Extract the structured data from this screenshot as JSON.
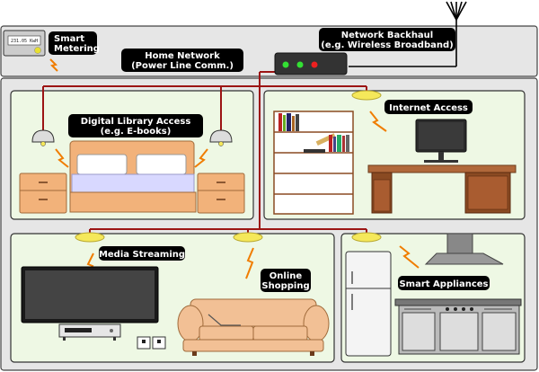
{
  "labels": {
    "smart_metering": [
      "Smart",
      "Metering"
    ],
    "home_network": [
      "Home Network",
      "(Power Line Comm.)"
    ],
    "network_backhaul": [
      "Network Backhaul",
      "(e.g. Wireless Broadband)"
    ],
    "digital_library": [
      "Digital Library Access",
      "(e.g. E-books)"
    ],
    "internet_access": [
      "Internet Access"
    ],
    "media_streaming": [
      "Media Streaming"
    ],
    "online_shopping": [
      "Online",
      "Shopping"
    ],
    "smart_appliances": [
      "Smart Appliances"
    ]
  },
  "meter_display": "231.05 KwH",
  "colors": {
    "outer_bg": "#e6e6e6",
    "room_bg": "#eef8e4",
    "wire": "#9c1414",
    "spark": "#f07d00",
    "lamp": "#f5e85a",
    "label_bg": "#000000",
    "wood": "#b0683a"
  },
  "icons": [
    "antenna-icon",
    "router-icon",
    "meter-icon",
    "lamp-icon",
    "spark-icon",
    "bed-icon",
    "bookshelf-icon",
    "monitor-icon",
    "desk-icon",
    "tv-icon",
    "sofa-icon",
    "fridge-icon",
    "stove-icon",
    "range-hood-icon"
  ]
}
